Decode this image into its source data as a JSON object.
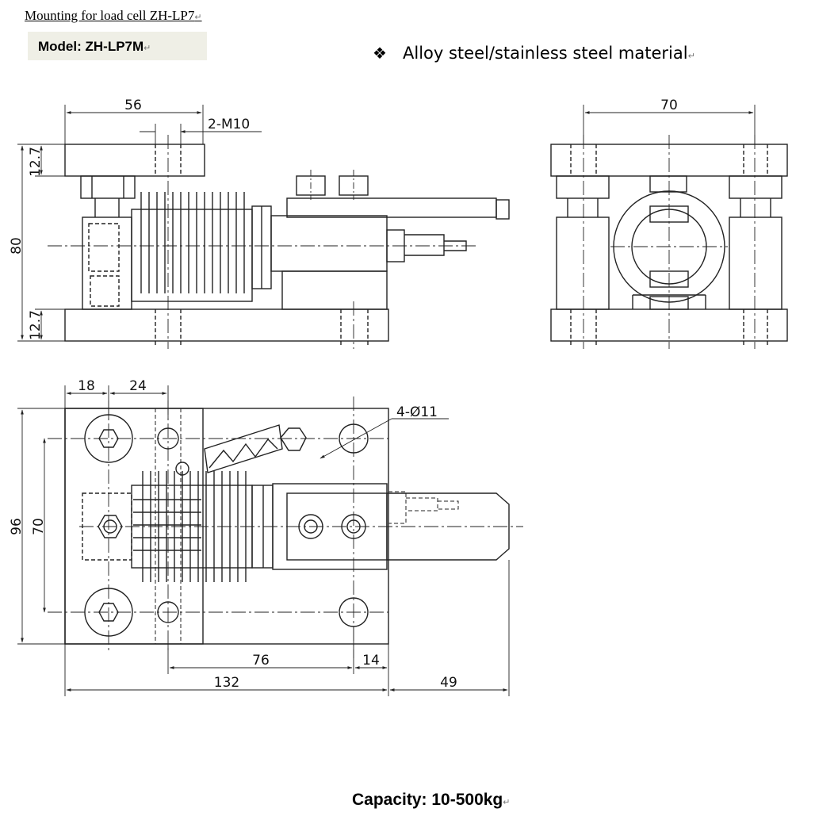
{
  "header": {
    "title": "Mounting for load cell ZH-LP7",
    "model_label": "Model: ZH-LP7M",
    "feature_bullet": "❖",
    "feature_text": "Alloy steel/stainless steel material",
    "paragraph_mark": "↵"
  },
  "footer": {
    "capacity": "Capacity: 10-500kg"
  },
  "dimensions": {
    "front_width": "56",
    "thread_spec": "2-M10",
    "top_plate_h": "12.7",
    "total_h": "80",
    "bottom_plate_h": "12.7",
    "side_width": "70",
    "hole_offset_a": "18",
    "hole_offset_b": "24",
    "hole_spec": "4-Ø11",
    "plan_depth": "96",
    "plan_hole_span": "70",
    "hole_span_76": "76",
    "edge_14": "14",
    "total_len": "132",
    "overhang": "49"
  }
}
